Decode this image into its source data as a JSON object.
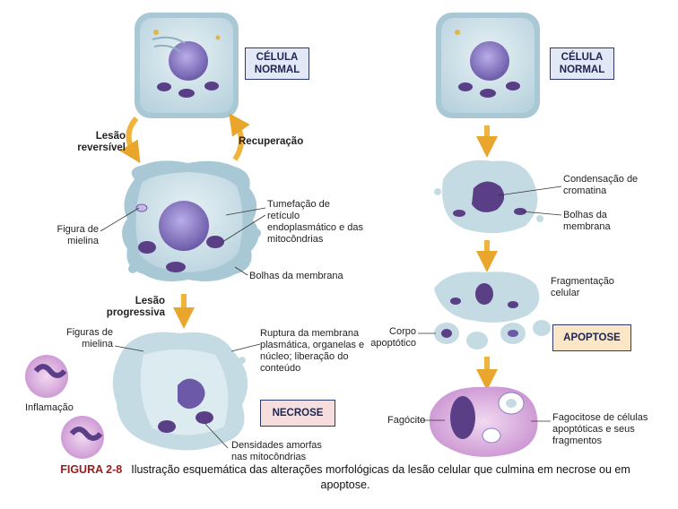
{
  "labels": {
    "normal_left": "CÉLULA NORMAL",
    "normal_right": "CÉLULA NORMAL",
    "reversible_injury": "Lesão reversível",
    "recovery": "Recuperação",
    "myelin_figure": "Figura de mielina",
    "swelling": "Tumefação de retículo endoplasmático e das mitocôndrias",
    "membrane_blebs_left": "Bolhas da membrana",
    "progressive_injury": "Lesão progressiva",
    "myelin_figures": "Figuras de mielina",
    "rupture": "Ruptura da membrana plasmática, organelas e núcleo; liberação do conteúdo",
    "inflammation": "Inflamação",
    "necrosis": "NECROSE",
    "amorphous_densities": "Densidades amorfas nas mitocôndrias",
    "chromatin_condensation": "Condensação de cromatina",
    "membrane_blebs_right": "Bolhas da membrana",
    "cell_fragmentation": "Fragmentação celular",
    "apoptotic_body": "Corpo apoptótico",
    "apoptosis": "APOPTOSE",
    "phagocyte": "Fagócito",
    "phagocytosis": "Fagocitose de células apoptóticas e seus fragmentos"
  },
  "caption": {
    "figure_number": "FIGURA 2-8",
    "text": "Ilustração esquemática das alterações morfológicas da lesão celular que culmina em necrose ou em apoptose."
  },
  "colors": {
    "arrow": "#f0b43c",
    "cell_fill": "#cfe1ea",
    "nucleus": "#8d7fc4",
    "mitochondria": "#5a3f86",
    "box_border": "#2b3a6b",
    "necrosis_box": "#f7dede",
    "apoptosis_box": "#fbe6c8",
    "normal_box": "#e3e8f6",
    "caption_figure": "#9b1b1b"
  }
}
